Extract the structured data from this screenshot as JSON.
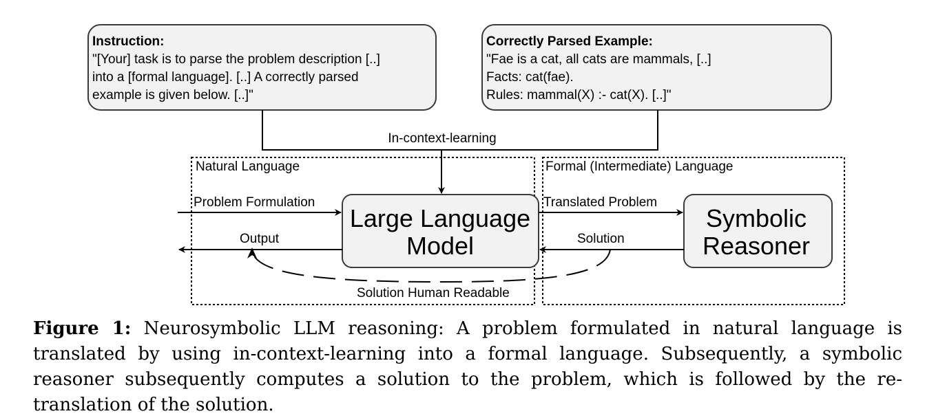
{
  "instruction_box": {
    "title": "Instruction:",
    "lines": [
      "\"[Your] task is to parse the problem description [..]",
      "into a [formal language]. [..] A correctly parsed",
      "example is given below. [..]\""
    ]
  },
  "example_box": {
    "title": "Correctly Parsed Example:",
    "lines": [
      "\"Fae is a cat, all cats are mammals, [..]",
      "Facts: cat(fae).",
      "Rules: mammal(X) :- cat(X). [..]\""
    ]
  },
  "labels": {
    "in_context_learning": "In-context-learning",
    "natural_language": "Natural Language",
    "formal_language": "Formal (Intermediate) Language",
    "problem_formulation": "Problem Formulation",
    "output": "Output",
    "translated_problem": "Translated Problem",
    "solution": "Solution",
    "solution_human_readable": "Solution Human Readable"
  },
  "llm_box": {
    "line1": "Large Language",
    "line2": "Model"
  },
  "reasoner_box": {
    "line1": "Symbolic",
    "line2": "Reasoner"
  },
  "caption": {
    "label": "Figure 1:",
    "text": "Neurosymbolic LLM reasoning: A problem formulated in natural language is translated by using in-context-learning into a formal language. Subsequently, a symbolic reasoner subsequently computes a solution to the problem, which is followed by the re-translation of the solution."
  },
  "colors": {
    "box_fill": "#f2f2f2",
    "box_stroke": "#3a3a3a",
    "ink": "#000000"
  }
}
